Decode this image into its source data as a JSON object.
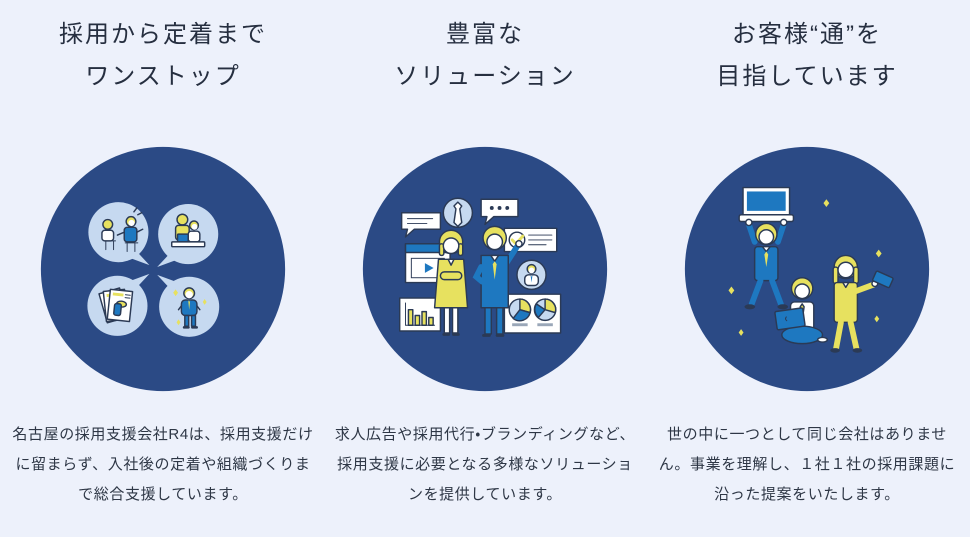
{
  "palette": {
    "page_background": "#edf1fb",
    "circle_navy": "#2b4a85",
    "bubble_light_blue": "#c6d9f0",
    "illustration_yellow": "#e7e15f",
    "illustration_blue": "#1e78c0",
    "heading_text": "#262f40",
    "body_text": "#2e3746"
  },
  "features": [
    {
      "id": "onestop",
      "title_line1": "採用から定着まで",
      "title_line2": "ワンストップ",
      "description": "名古屋の採用支援会社R4は、採用支援だけに留まらず、入社後の定着や組織づくりまで総合支援しています。",
      "illustration": "four-scene-bubbles-in-navy-circle"
    },
    {
      "id": "solutions",
      "title_line1": "豊富な",
      "title_line2": "ソリューション",
      "description": "求人広告や採用代行・ブランディングなど、採用支援に必要となる多様なソリューションを提供しています。",
      "illustration": "two-consultants-with-service-icons-in-navy-circle"
    },
    {
      "id": "customer-expert",
      "title_line1": "お客様“通”を",
      "title_line2": "目指しています",
      "description": "世の中に一つとして同じ会社はありません。事業を理解し、１社１社の採用課題に沿った提案をいたします。",
      "illustration": "three-team-members-with-devices-in-navy-circle"
    }
  ]
}
